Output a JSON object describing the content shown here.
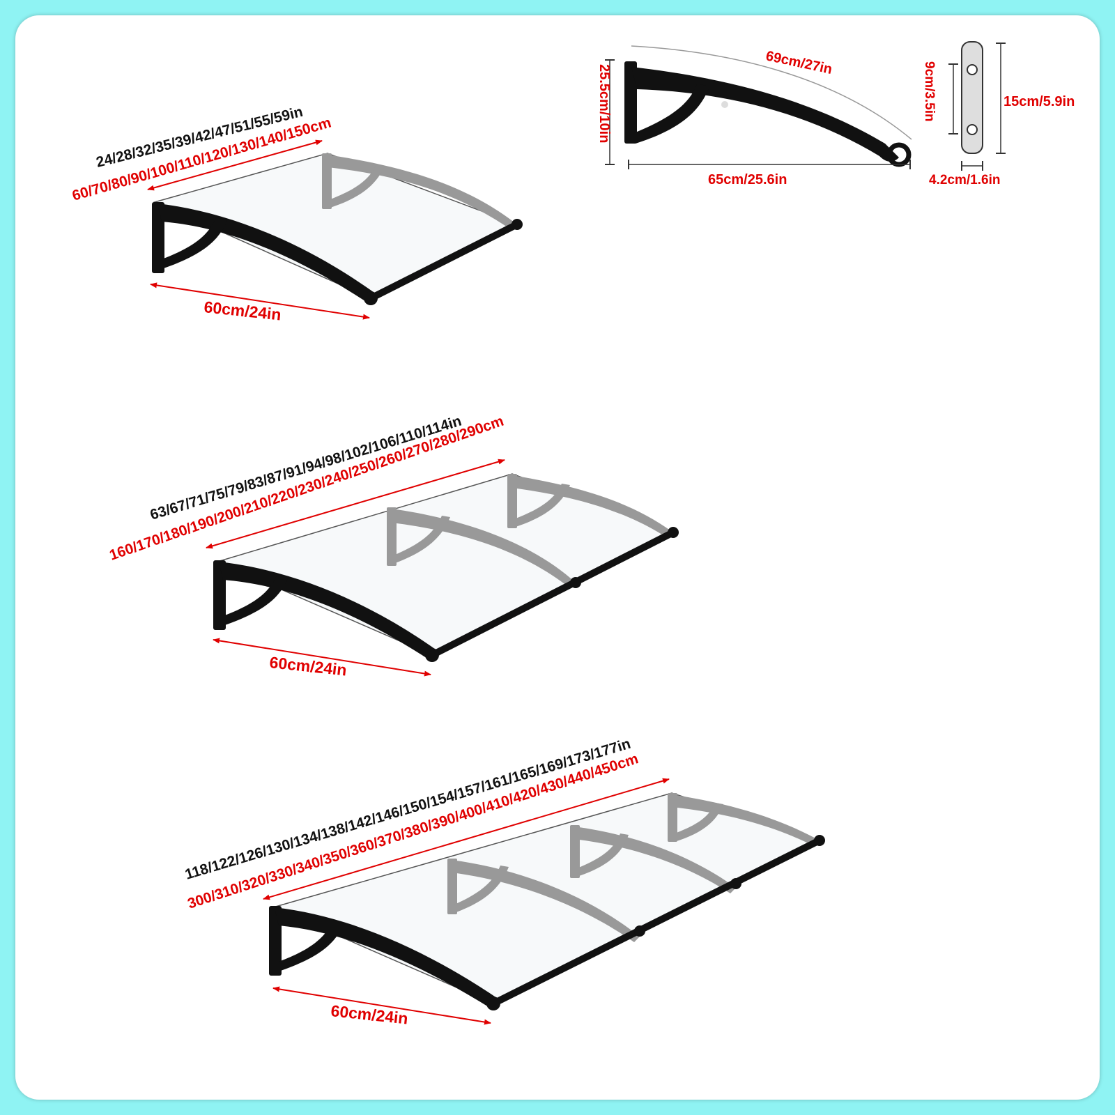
{
  "colors": {
    "background": "#8ff3f3",
    "card": "#ffffff",
    "accent": "#e00000",
    "frame": "#111111"
  },
  "bracket_detail": {
    "arc_length": "69cm/27in",
    "height": "25.5cm/10in",
    "depth": "65cm/25.6in",
    "plate_hole_spacing": "9cm/3.5in",
    "plate_height": "15cm/5.9in",
    "plate_width": "4.2cm/1.6in"
  },
  "canopies": [
    {
      "name": "single-panel",
      "width_in": "24/28/32/35/39/42/47/51/55/59in",
      "width_cm": "60/70/80/90/100/110/120/130/140/150cm",
      "depth": "60cm/24in"
    },
    {
      "name": "double-panel",
      "width_in": "63/67/71/75/79/83/87/91/94/98/102/106/110/114in",
      "width_cm": "160/170/180/190/200/210/220/230/240/250/260/270/280/290cm",
      "depth": "60cm/24in"
    },
    {
      "name": "triple-panel",
      "width_in": "118/122/126/130/134/138/142/146/150/154/157/161/165/169/173/177in",
      "width_cm": "300/310/320/330/340/350/360/370/380/390/400/410/420/430/440/450cm",
      "depth": "60cm/24in"
    }
  ]
}
